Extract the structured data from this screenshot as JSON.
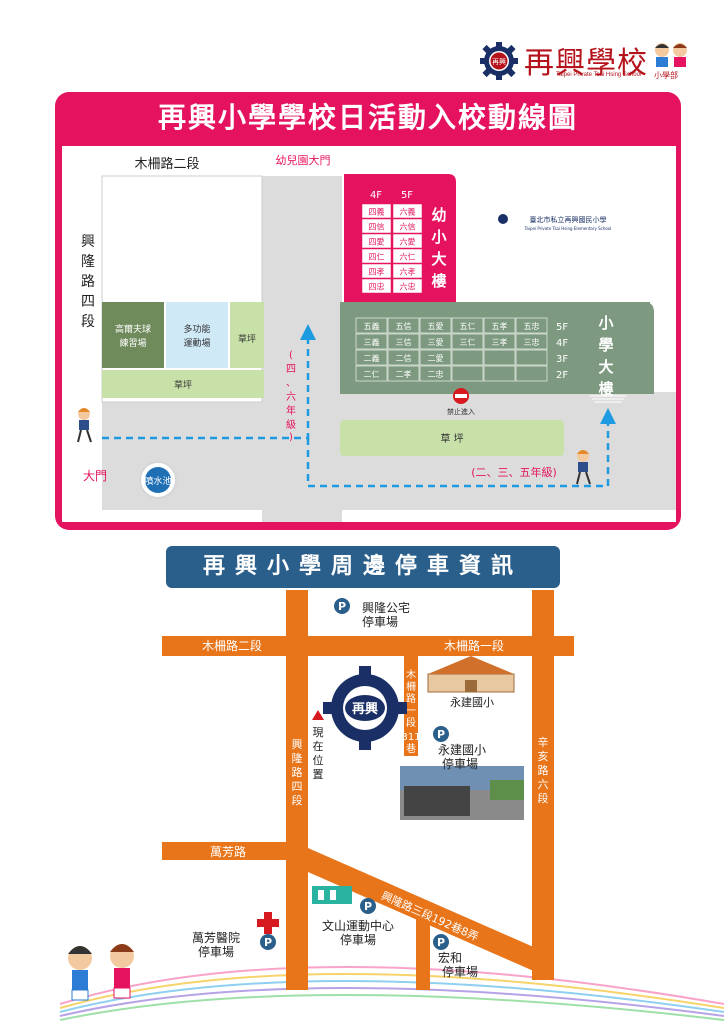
{
  "header": {
    "logo_name": "再興學校",
    "logo_english": "Taipei Private Tsai Hsing School",
    "logo_dept": "小學部",
    "gear_label": "再興"
  },
  "campus_map": {
    "title": "再興小學學校日活動入校動線圖",
    "road_top": "木柵路二段",
    "road_left": "興隆路四段",
    "kindergarten_gate": "幼兒園大門",
    "main_gate": "大門",
    "fountain": "噴水池",
    "facilities": {
      "court": "高爾夫球練習場",
      "gym": "多功能運動場",
      "lawn_small": "草坪",
      "lawn_left": "草坪",
      "lawn_center": "草 坪"
    },
    "kinder_building": {
      "name": "幼小大樓",
      "floors": [
        "4F",
        "5F"
      ],
      "classes_4f": [
        "四義",
        "四信",
        "四愛",
        "四仁",
        "四孝",
        "四忠"
      ],
      "classes_5f": [
        "六義",
        "六信",
        "六愛",
        "六仁",
        "六孝",
        "六忠"
      ]
    },
    "primary_building": {
      "name": "小學大樓",
      "floors": [
        "5F",
        "4F",
        "3F",
        "2F"
      ],
      "row_5f": [
        "五義",
        "五信",
        "五愛",
        "五仁",
        "五孝",
        "五忠"
      ],
      "row_4f": [
        "三義",
        "三信",
        "三愛",
        "三仁",
        "三孝",
        "三忠"
      ],
      "row_3f": [
        "二義",
        "二信",
        "二愛"
      ],
      "row_2f": [
        "二仁",
        "二孝",
        "二忠"
      ]
    },
    "route_left_label": "(四、六年級)",
    "route_right_label": "(二、三、五年級)",
    "no_entry": "禁止進入",
    "school_sign": "臺北市私立再興國民小學",
    "school_sign_en": "Taipei Private Tsai Hsing Elementary School"
  },
  "parking_map": {
    "title": "再興小學周邊停車資訊",
    "roads": {
      "muzha_2": "木柵路二段",
      "muzha_1": "木柵路一段",
      "lane_311": "木柵路一段311巷",
      "xinglong": "興隆路四段",
      "xinhai": "辛亥路六段",
      "wanfang": "萬芳路",
      "xinglong_3": "興隆路三段192巷8弄"
    },
    "school_badge": "再興",
    "current_location": "現在位置",
    "school_yongjian": "永建國小",
    "parking_lots": [
      {
        "line1": "興隆公宅",
        "line2": "停車場"
      },
      {
        "line1": "永建國小",
        "line2": "停車場"
      },
      {
        "line1": "文山運動中心",
        "line2": "停車場"
      },
      {
        "line1": "萬芳醫院",
        "line2": "停車場"
      },
      {
        "line1": "宏和",
        "line2": "停車場"
      }
    ],
    "parking_symbol": "P"
  },
  "colors": {
    "magenta": "#e5135f",
    "road_orange": "#e8751a",
    "navy": "#2b5f8b",
    "green_building": "#7d9a80",
    "route_blue": "#1e9be0"
  }
}
